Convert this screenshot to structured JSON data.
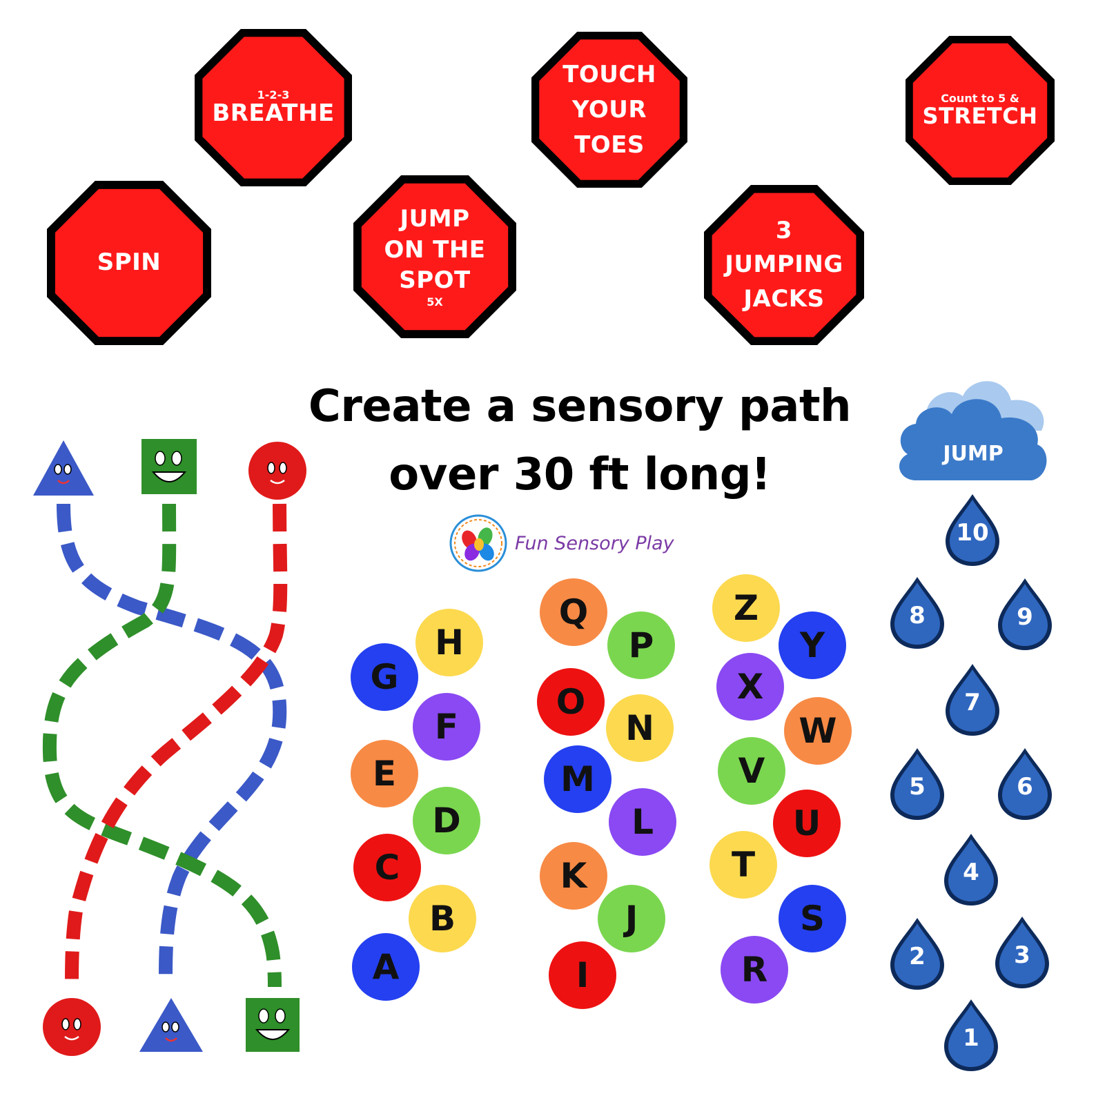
{
  "stop_signs": [
    {
      "id": "breathe",
      "small_top": "1-2-3",
      "lines": [
        "BREATHE"
      ]
    },
    {
      "id": "touch-toes",
      "lines": [
        "TOUCH",
        "YOUR",
        "TOES"
      ]
    },
    {
      "id": "stretch",
      "small_top": "Count to 5 &",
      "lines": [
        "STRETCH"
      ]
    },
    {
      "id": "spin",
      "lines": [
        "SPIN"
      ]
    },
    {
      "id": "jump-spot",
      "lines": [
        "JUMP",
        "ON THE",
        "SPOT"
      ],
      "small_bottom": "5X"
    },
    {
      "id": "jumping-jacks",
      "lines": [
        "3",
        "JUMPING",
        "JACKS"
      ]
    }
  ],
  "headline": {
    "line1": "Create a sensory path",
    "line2": "over 30 ft long!"
  },
  "logo": {
    "text": "Fun Sensory Play"
  },
  "cloud": {
    "label": "JUMP"
  },
  "letters": [
    "A",
    "B",
    "C",
    "D",
    "E",
    "F",
    "G",
    "H",
    "I",
    "J",
    "K",
    "L",
    "M",
    "N",
    "O",
    "P",
    "Q",
    "R",
    "S",
    "T",
    "U",
    "V",
    "W",
    "X",
    "Y",
    "Z"
  ],
  "drops": [
    "1",
    "2",
    "3",
    "4",
    "5",
    "6",
    "7",
    "8",
    "9",
    "10"
  ],
  "colors": {
    "stop_red": "#ff1a1a",
    "letter_red": "#ee1111",
    "letter_yellow": "#fcd94f",
    "letter_blue": "#2440f0",
    "letter_purple": "#8a49f2",
    "letter_orange": "#f78a45",
    "letter_green": "#7ad64f",
    "drop_blue": "#2f67bf",
    "path_blue": "#3b59c7",
    "path_green": "#2f8f2a",
    "path_red": "#e01a1a"
  },
  "path_shapes": {
    "top": [
      "triangle",
      "square",
      "circle"
    ],
    "bottom": [
      "circle",
      "triangle",
      "square"
    ]
  }
}
